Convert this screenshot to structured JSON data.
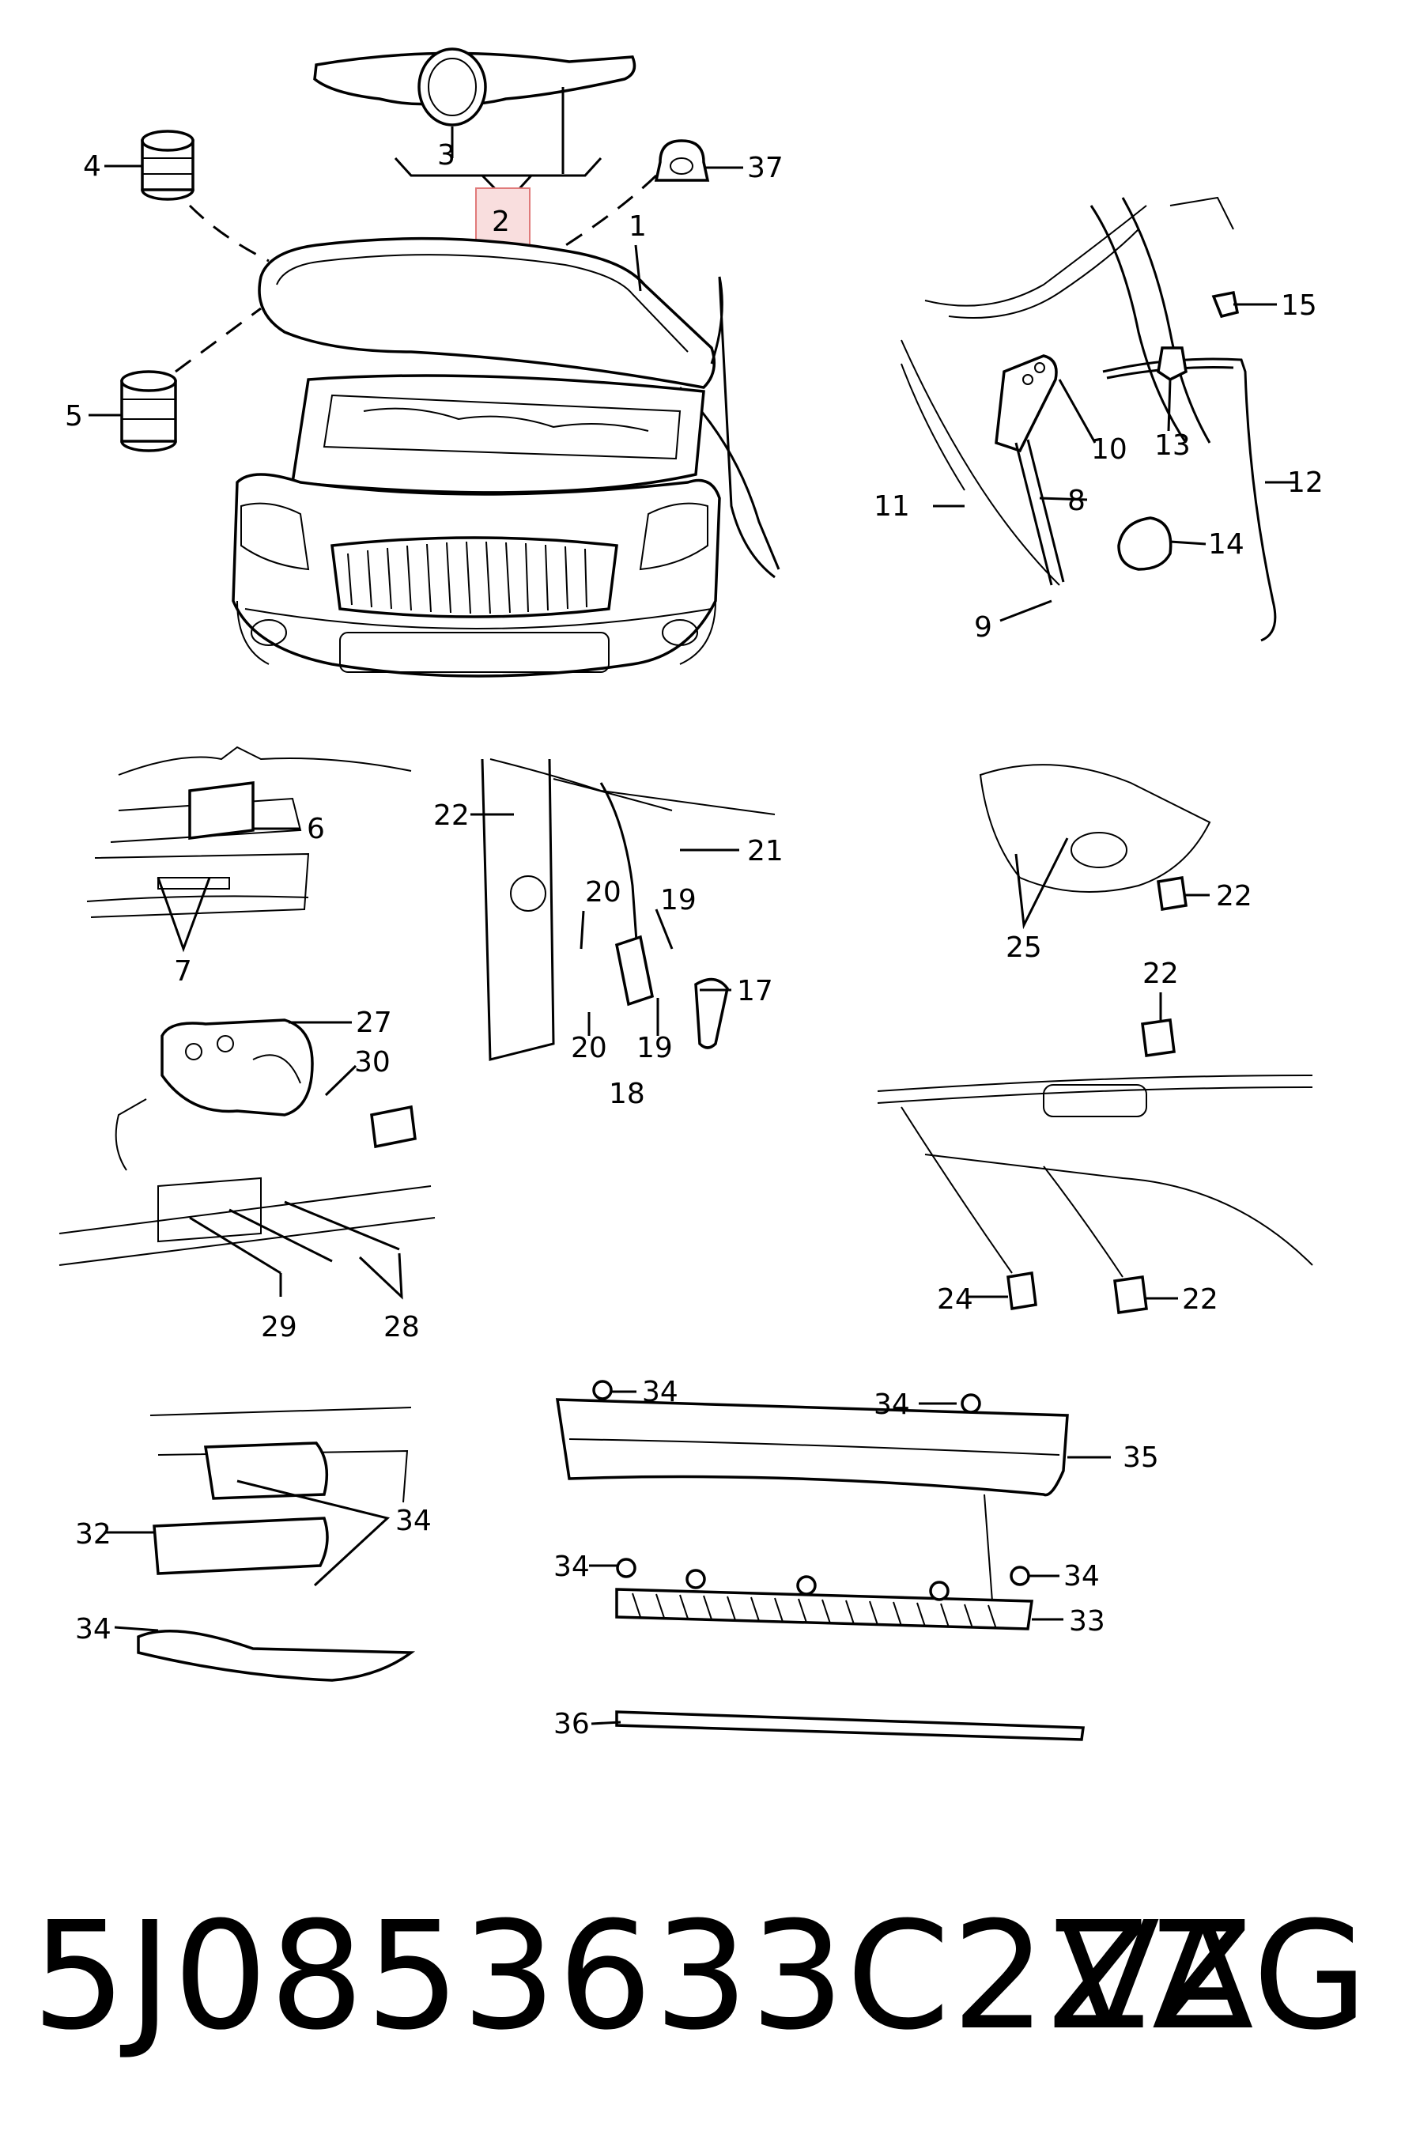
{
  "callouts": [
    "1",
    "2",
    "3",
    "4",
    "5",
    "6",
    "7",
    "8",
    "9",
    "10",
    "11",
    "12",
    "13",
    "14",
    "15",
    "17",
    "18",
    "19",
    "19",
    "20",
    "20",
    "21",
    "22",
    "22",
    "22",
    "22",
    "24",
    "25",
    "27",
    "28",
    "29",
    "30",
    "32",
    "33",
    "34",
    "34",
    "34",
    "34",
    "34",
    "34",
    "35",
    "36",
    "37"
  ],
  "highlighted_callout": "2",
  "caption": {
    "part_number": "5J0853633C2ZZ",
    "brand": "VAG"
  },
  "colors": {
    "line": "#000000",
    "highlight_fill": "#f9dede",
    "highlight_stroke": "#e07a7a"
  }
}
